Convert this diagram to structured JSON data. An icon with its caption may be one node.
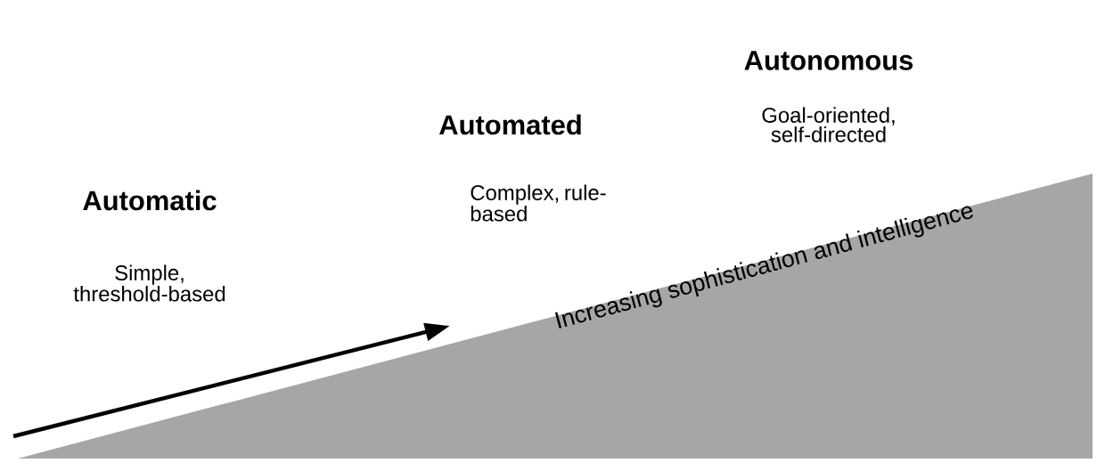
{
  "diagram": {
    "labels": [
      "Automatic",
      "Simple, threshold-based",
      "Automated",
      "Complex, rule-based",
      "Autonomous",
      "Goal-oriented, self-directed",
      "Increasing sophistication and intelligence"
    ]
  }
}
